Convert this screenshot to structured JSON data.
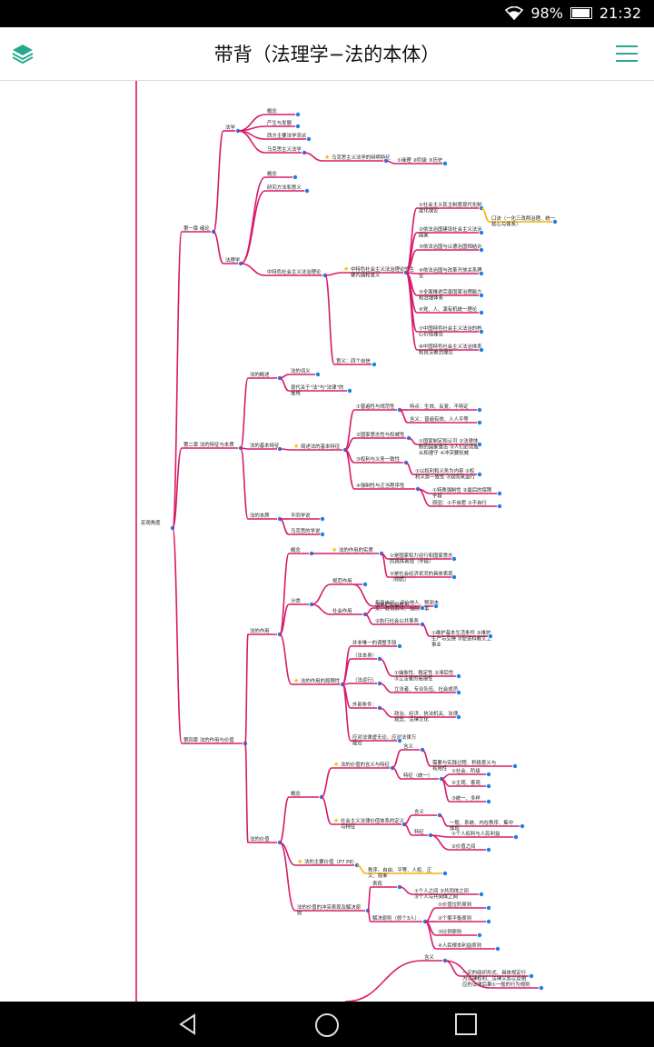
{
  "status": {
    "battery": "98%",
    "time": "21:32"
  },
  "header": {
    "title": "带背（法理学−法的本体）"
  },
  "colors": {
    "branch": "#d81b6a",
    "accent": "#f4b400",
    "node": "#1e7ee6",
    "icon": "#27a98e"
  },
  "mindmap": {
    "root": "宏观角度",
    "chapters": [
      {
        "id": "ch1",
        "label": "第一章 绪论"
      },
      {
        "id": "ch2",
        "label": "第二章 法的特征与本质"
      },
      {
        "id": "ch4",
        "label": "第四章 法的作用与价值"
      }
    ],
    "nodes": [
      "法学",
      "概念",
      "产生与发展",
      "西方主要法学流派",
      "马克思主义法学",
      "马克思主义法学的辩明特征",
      "①缘理 ②阶级 ③历史",
      "法理学",
      "概念",
      "研究方法和意义",
      "中特色社会主义法治理论",
      "中特色社会主义法治理论的主要内涵和意义",
      "①社会主义民主制度现代化制度化理论",
      "口诀（一化三改两治理、统一核心与体系）",
      "②依法治国建设社会主义法治国家",
      "③依法治国与以德治国相结合",
      "④依法治国与改革开放关系理论",
      "⑤全面推进完善国家治理能力和治理体系",
      "⑥党、人、演有机统一理论",
      "⑦中国特色社会主义法治的核心价值理论",
      "⑧中国特色社会主义法治体系和良法善治理论",
      "意义：四个自信",
      "法的概述",
      "法的词义",
      "现代关于\"法\"与\"法律\"的使用",
      "法的基本特征",
      "简述法的基本特征",
      "①普遍性与规范性",
      "特点：生效、反复、不特定",
      "含义：普遍有效、人人平等",
      "②国家意志性与权威性",
      "①国家制定和认可 ②法律体制的国家意志 ③人们必须服从和遵守 ④冲突要权威",
      "③权利与义务一致性",
      "①以权利和义务为内容 ②权利义务一致性 ③双向来运行",
      "④强制性与正当程序性",
      "①特殊强制性 ②最后的保障手段",
      "原因：①不自愿 ②不自行",
      "法的本质",
      "不同学说",
      "马克思的学说",
      "法的作用",
      "概念",
      "法的作用的实质",
      "①是国家权力运行和国家意志的具体表现（手段）",
      "②是社会经济状况的具体表现（物质）",
      "分类",
      "规范作用",
      "指引自己、评价他人、预测未来、教育群众、强制坏事",
      "社会作用",
      "①维护阶级统治",
      "②执行社会公共事务",
      "①维护基本生活条件 ②维护生产与交换 ③促进科教文卫事业",
      "法的作用的局限性",
      "并非唯一的调整手段",
      "（法本身）",
      "①抽象性、稳定性 ②滞后性 ③立法者的局限性",
      "（法运行）",
      "立法者、专业队伍、社会成员",
      "外部条件：",
      "政治、经济、执法机关、法律观念、法律文化",
      "应对法律虚无论、应对法律万能论",
      "法的价值",
      "概念",
      "法的价值的含义与特征",
      "含义",
      "需要与实践过程、积极意义与有用性",
      "特征（统一）",
      "①社会、阶级",
      "②主观、客观",
      "③统一、多样",
      "社会主义法律价值体系的定义与特征",
      "含义",
      "一般、系统、内在秩序、集中体现",
      "特征",
      "①个人权利与人民利益",
      "②价值之间",
      "法的主要价值（P7 P8）",
      "秩序、自由、平等、人权、正义、效率",
      "法的价值的冲突表现及解决原则",
      "表现",
      "①个人之间 ②共同体之间 ③个人与共同体之间",
      "解决原则（修个3人）",
      "①价值位阶原则",
      "②个案平衡原则",
      "③比例原则",
      "④人民根本利益原则",
      "含义",
      "一定的组织形式、具体规定行为法律权利、法律义务以及相应的法律后果",
      "①一般的行为规则"
    ]
  }
}
